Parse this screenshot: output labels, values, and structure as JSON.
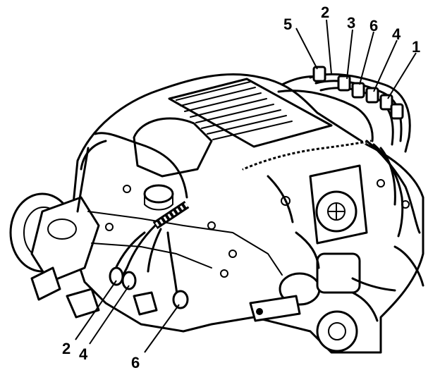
{
  "diagram": {
    "callouts_top": [
      "5",
      "2",
      "3",
      "6",
      "4",
      "1"
    ],
    "callouts_bottom": [
      "2",
      "4",
      "6"
    ],
    "colors": {
      "ink": "#000000",
      "paper": "#ffffff"
    }
  }
}
